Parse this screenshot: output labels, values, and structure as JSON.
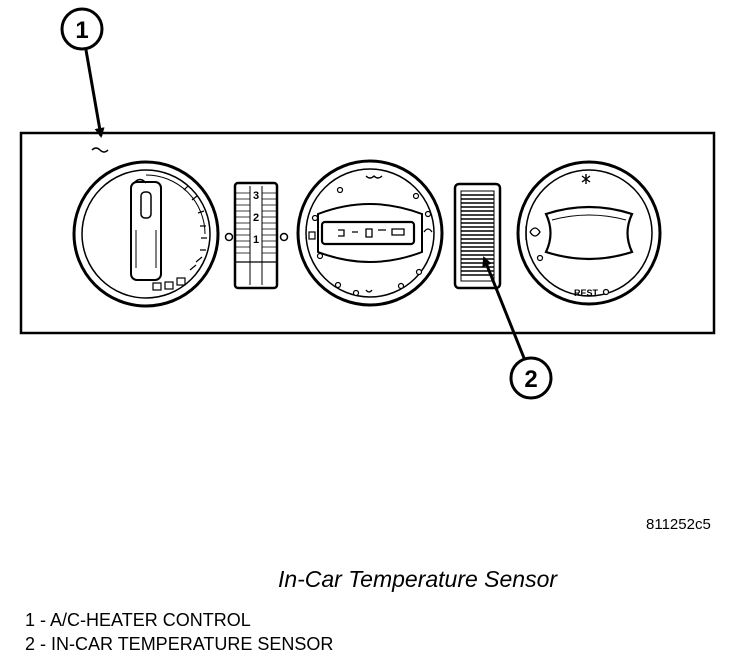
{
  "figure": {
    "callouts": [
      "1",
      "2"
    ],
    "panel_labels": {
      "blower_speeds": [
        "3",
        "2",
        "1"
      ],
      "rest": "REST"
    },
    "figure_code": "811252c5",
    "caption": "In-Car Temperature Sensor",
    "legend": [
      {
        "number": "1",
        "text": "A/C-HEATER CONTROL"
      },
      {
        "number": "2",
        "text": "IN-CAR TEMPERATURE SENSOR"
      }
    ]
  }
}
